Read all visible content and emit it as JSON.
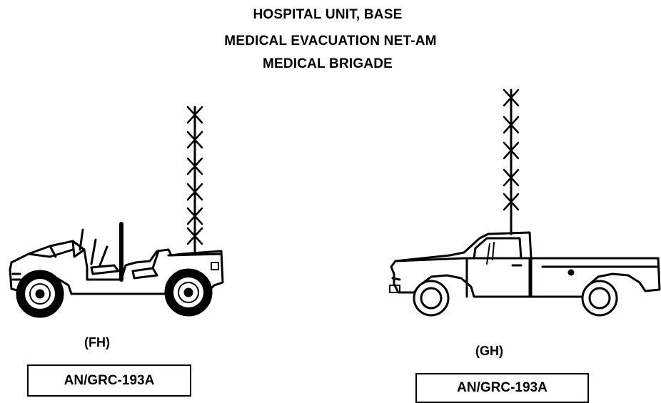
{
  "diagram": {
    "title_lines": [
      "HOSPITAL UNIT, BASE",
      "MEDICAL EVACUATION NET-AM",
      "MEDICAL BRIGADE"
    ],
    "vehicles": [
      {
        "id": "fh",
        "label": "(FH)",
        "radio": "AN/GRC-193A",
        "icon": "humvee-vehicle-icon"
      },
      {
        "id": "gh",
        "label": "(GH)",
        "radio": "AN/GRC-193A",
        "icon": "pickup-truck-icon"
      }
    ]
  }
}
